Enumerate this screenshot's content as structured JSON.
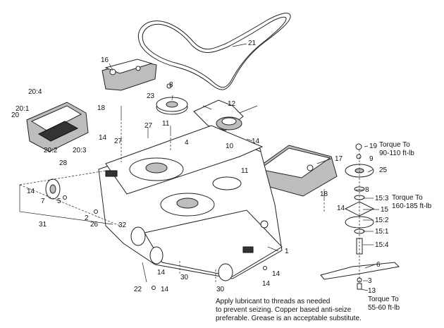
{
  "callouts": {
    "c1": "1",
    "c2": "2",
    "c3": "3",
    "c4": "4",
    "c5": "5",
    "c6": "6",
    "c7": "7",
    "c8": "8",
    "c9": "9",
    "c10": "10",
    "c11a": "11",
    "c11b": "11",
    "c12": "12",
    "c13": "13",
    "c14a": "14",
    "c14b": "14",
    "c14c": "14",
    "c14d": "14",
    "c14e": "14",
    "c14f": "14",
    "c14g": "14",
    "c14h": "14",
    "c15": "15",
    "c15_1": "15:1",
    "c15_2": "15:2",
    "c15_3": "15:3",
    "c15_4": "15:4",
    "c16": "16",
    "c17": "17",
    "c18a": "18",
    "c18b": "18",
    "c19": "19",
    "c20": "20",
    "c20_1": "20:1",
    "c20_2": "20:2",
    "c20_3": "20:3",
    "c20_4": "20:4",
    "c21": "21",
    "c22": "22",
    "c23": "23",
    "c25": "25",
    "c26": "26",
    "c27a": "27",
    "c27b": "27",
    "c28": "28",
    "c30a": "30",
    "c30b": "30",
    "c31": "31",
    "c32": "32"
  },
  "torque": {
    "t1_line1": "Torque To",
    "t1_line2": "90-110 ft-lb",
    "t2_line1": "Torque To",
    "t2_line2": "160-185 ft-lb",
    "t3_line1": "Torque To",
    "t3_line2": "55-60 ft-lb"
  },
  "note": {
    "line1": "Apply lubricant to threads as needed",
    "line2": "to prevent seizing. Copper based anti-seize",
    "line3": "preferable. Grease is an acceptable substitute."
  },
  "icons": [
    "belt-icon",
    "pulley-icon",
    "deck-icon",
    "blade-icon",
    "spindle-icon",
    "bolt-icon",
    "wheel-icon"
  ]
}
